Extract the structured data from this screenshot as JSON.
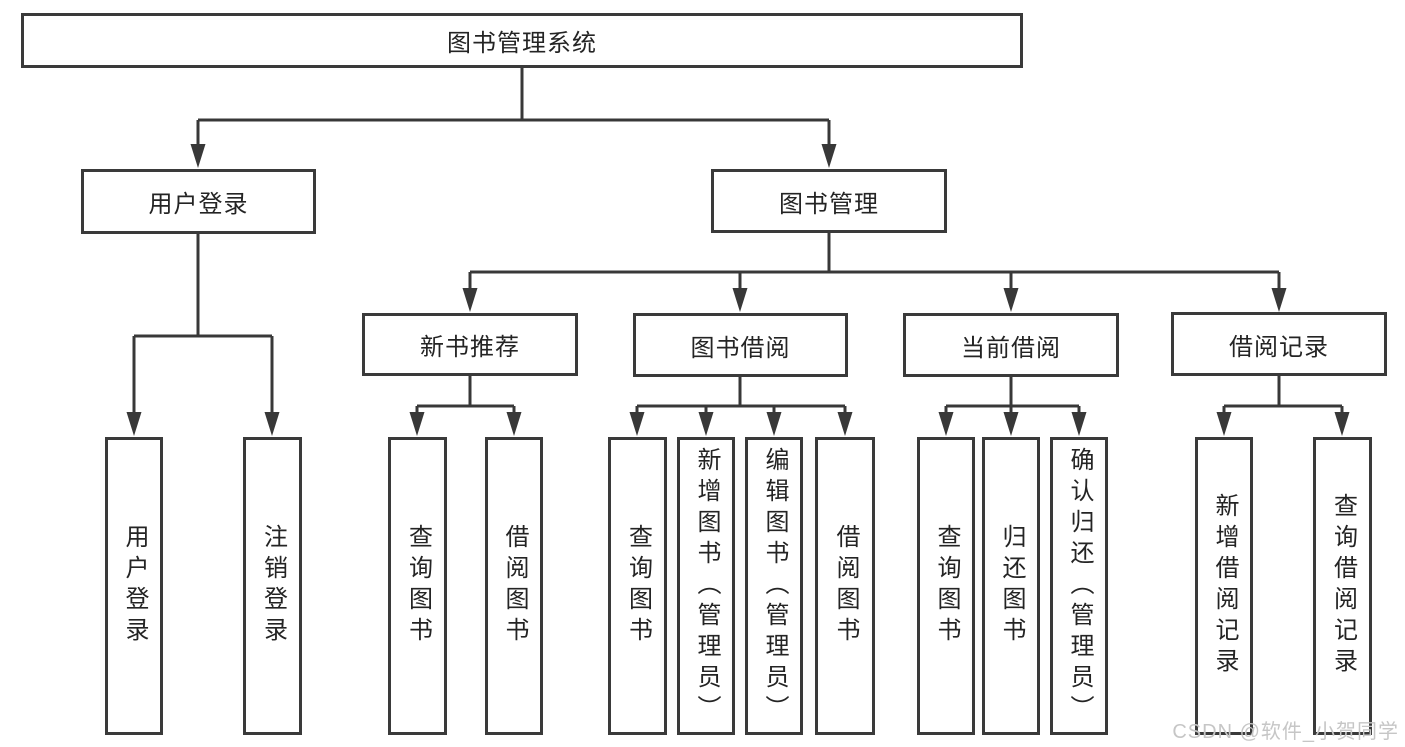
{
  "diagram": {
    "type": "hierarchy-tree",
    "nodes": {
      "root": {
        "label": "图书管理系统"
      },
      "user_login": {
        "label": "用户登录"
      },
      "book_management": {
        "label": "图书管理"
      },
      "user_login_action": {
        "label": "用户登录"
      },
      "logout_action": {
        "label": "注销登录"
      },
      "new_book_recommend": {
        "label": "新书推荐"
      },
      "book_borrow": {
        "label": "图书借阅"
      },
      "current_borrow": {
        "label": "当前借阅"
      },
      "borrow_record": {
        "label": "借阅记录"
      },
      "nb_query_book": {
        "label": "查询图书"
      },
      "nb_borrow_book": {
        "label": "借阅图书"
      },
      "bb_query_book": {
        "label": "查询图书"
      },
      "bb_add_book": {
        "label": "新增图书（管理员）"
      },
      "bb_edit_book": {
        "label": "编辑图书（管理员）"
      },
      "bb_borrow_book": {
        "label": "借阅图书"
      },
      "cb_query_book": {
        "label": "查询图书"
      },
      "cb_return_book": {
        "label": "归还图书"
      },
      "cb_confirm_return": {
        "label": "确认归还（管理员）"
      },
      "br_add_record": {
        "label": "新增借阅记录"
      },
      "br_query_record": {
        "label": "查询借阅记录"
      }
    },
    "edges": [
      [
        "root",
        "user_login"
      ],
      [
        "root",
        "book_management"
      ],
      [
        "user_login",
        "user_login_action"
      ],
      [
        "user_login",
        "logout_action"
      ],
      [
        "book_management",
        "new_book_recommend"
      ],
      [
        "book_management",
        "book_borrow"
      ],
      [
        "book_management",
        "current_borrow"
      ],
      [
        "book_management",
        "borrow_record"
      ],
      [
        "new_book_recommend",
        "nb_query_book"
      ],
      [
        "new_book_recommend",
        "nb_borrow_book"
      ],
      [
        "book_borrow",
        "bb_query_book"
      ],
      [
        "book_borrow",
        "bb_add_book"
      ],
      [
        "book_borrow",
        "bb_edit_book"
      ],
      [
        "book_borrow",
        "bb_borrow_book"
      ],
      [
        "current_borrow",
        "cb_query_book"
      ],
      [
        "current_borrow",
        "cb_return_book"
      ],
      [
        "current_borrow",
        "cb_confirm_return"
      ],
      [
        "borrow_record",
        "br_add_record"
      ],
      [
        "borrow_record",
        "br_query_record"
      ]
    ],
    "colors": {
      "border": "#3a3a3a",
      "line": "#383838",
      "text": "#242424",
      "background": "#ffffff",
      "watermark": "#c6c6c6"
    }
  },
  "watermark": {
    "text": "CSDN @软件_小贺同学"
  }
}
